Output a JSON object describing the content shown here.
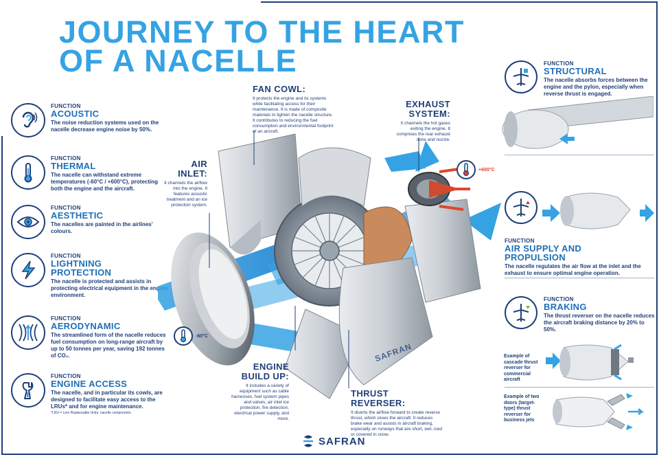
{
  "title": {
    "line1": "JOURNEY TO THE HEART",
    "line2": "OF A NACELLE"
  },
  "left_features": [
    {
      "label": "FUNCTION",
      "name": "ACOUSTIC",
      "desc": "The noise reduction systems used on the nacelle decrease engine noise by 50%.",
      "icon": "ear-icon"
    },
    {
      "label": "FUNCTION",
      "name": "THERMAL",
      "desc": "The nacelle can withstand extreme temperatures (-60°C / +600°C), protecting both the engine and the aircraft.",
      "icon": "thermometer-icon"
    },
    {
      "label": "FUNCTION",
      "name": "AESTHETIC",
      "desc": "The nacelles are painted in the airlines' colours.",
      "icon": "eye-icon"
    },
    {
      "label": "FUNCTION",
      "name": "LIGHTNING PROTECTION",
      "desc": "The nacelle is protected and assists in protecting electrical equipment in the engine environment.",
      "icon": "lightning-icon"
    },
    {
      "label": "FUNCTION",
      "name": "AERODYNAMIC",
      "desc": "The streamlined form of the nacelle reduces fuel consumption on long-range aircraft by up to 50 tonnes per year, saving 192 tonnes of CO₂.",
      "icon": "airflow-icon"
    },
    {
      "label": "FUNCTION",
      "name": "ENGINE ACCESS",
      "desc": "The nacelle, and in particular its cowls, are designed to facilitate easy access to the LRUs* and for engine maintenance.",
      "note": "*LRU = Line Replaceable Units: nacelle components.",
      "icon": "wrench-icon"
    }
  ],
  "callouts": {
    "fan_cowl": {
      "title": "FAN COWL:",
      "desc": "It protects the engine and its systems while facilitating access for their maintenance. It is made of composite materials to lighten the nacelle structure. It contributes to reducing the fuel consumption and environmental footprint of an aircraft."
    },
    "air_inlet": {
      "title1": "AIR",
      "title2": "INLET:",
      "desc": "It channels the airflow into the engine. It features acoustic treatment and an ice protection system."
    },
    "exhaust": {
      "title1": "EXHAUST",
      "title2": "SYSTEM:",
      "desc": "It channels the hot gases exiting the engine. It comprises the rear exhaust cone and nozzle."
    },
    "engine_buildup": {
      "title1": "ENGINE",
      "title2": "BUILD UP:",
      "desc": "It includes a variety of equipment such as cable harnesses, fuel system pipes and valves, air inlet ice protection, fire detection, electrical power supply, and more."
    },
    "thrust_reverser": {
      "title": "THRUST REVERSER:",
      "desc": "It diverts the airflow forward to create reverse thrust, which slows the aircraft. It reduces brake wear and assists in aircraft braking, especially on runways that are short, wet, iced or covered in snow."
    }
  },
  "temps": {
    "cold": "-60°C",
    "hot": "+600°C"
  },
  "right_features": [
    {
      "label": "FUNCTION",
      "name": "STRUCTURAL",
      "desc": "The nacelle absorbs forces between the engine and the pylon, especially when reverse thrust is engaged.",
      "icon": "plane-structural-icon"
    },
    {
      "label": "FUNCTION",
      "name": "AIR SUPPLY AND PROPULSION",
      "desc": "The nacelle regulates the air flow at the inlet and the exhaust to ensure optimal engine operation.",
      "icon": "plane-air-icon"
    },
    {
      "label": "FUNCTION",
      "name": "BRAKING",
      "desc": "The thrust reverser on the nacelle reduces the aircraft braking distance by 20% to 50%.",
      "icon": "plane-braking-icon"
    }
  ],
  "examples": {
    "cascade": "Example of cascade thrust reverser for commercial aircraft",
    "doors": "Example of two doors (target-type) thrust reverser for business jets"
  },
  "nacelle_brand": "SAFRAN",
  "logo": "SAFRAN",
  "colors": {
    "accent": "#35a3e3",
    "navy": "#1f3f78",
    "hot": "#e0452b"
  }
}
